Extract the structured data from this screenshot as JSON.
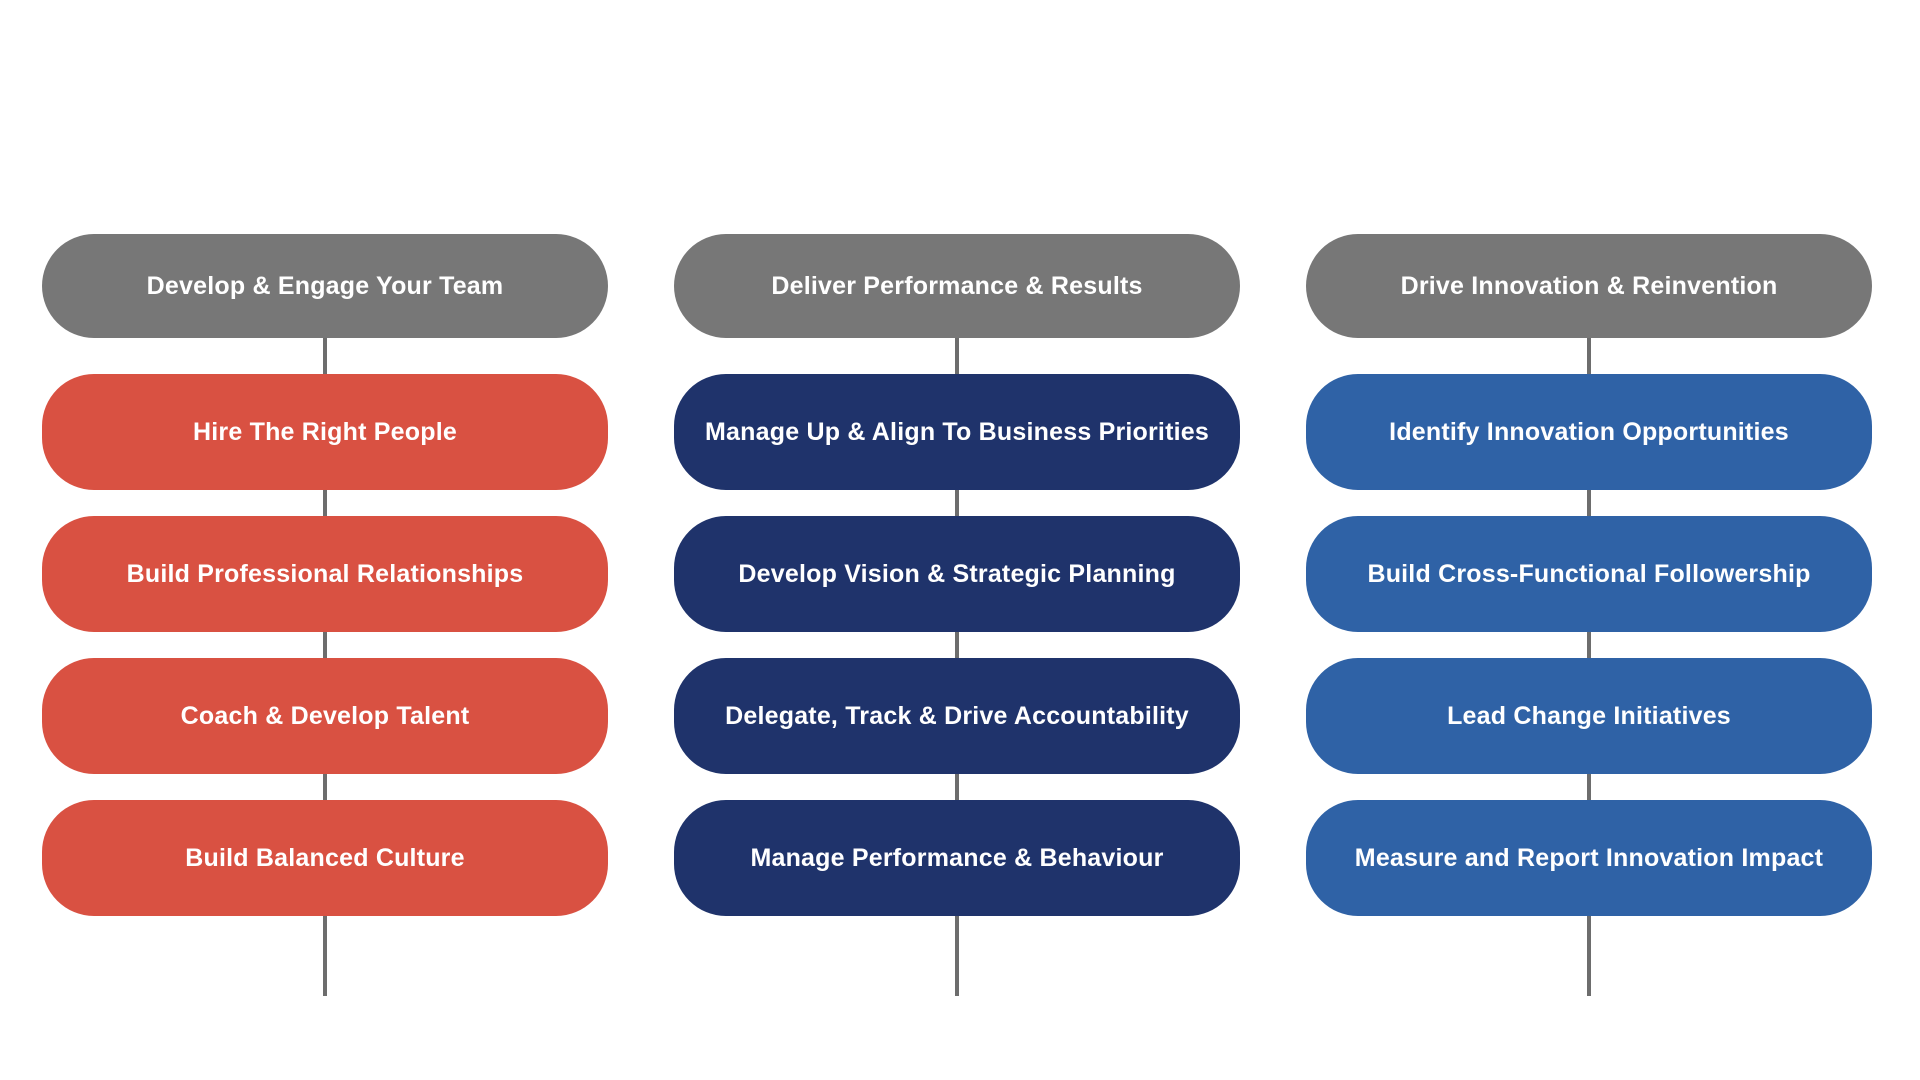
{
  "colors": {
    "header": "#777777",
    "connector": "#6d6d6d",
    "column_1": "#d95142",
    "column_2": "#1f336b",
    "column_3": "#2f62a6"
  },
  "columns": [
    {
      "header": "Develop & Engage Your Team",
      "color": "#d95142",
      "items": [
        "Hire The Right People",
        "Build Professional Relationships",
        "Coach & Develop Talent",
        "Build Balanced Culture"
      ]
    },
    {
      "header": "Deliver Performance & Results",
      "color": "#1f336b",
      "items": [
        "Manage Up & Align To Business Priorities",
        "Develop Vision & Strategic Planning",
        "Delegate, Track & Drive Accountability",
        "Manage Performance & Behaviour"
      ]
    },
    {
      "header": "Drive Innovation & Reinvention",
      "color": "#2f62a6",
      "items": [
        "Identify Innovation Opportunities",
        "Build Cross-Functional Followership",
        "Lead Change Initiatives",
        "Measure and Report Innovation Impact"
      ]
    }
  ]
}
